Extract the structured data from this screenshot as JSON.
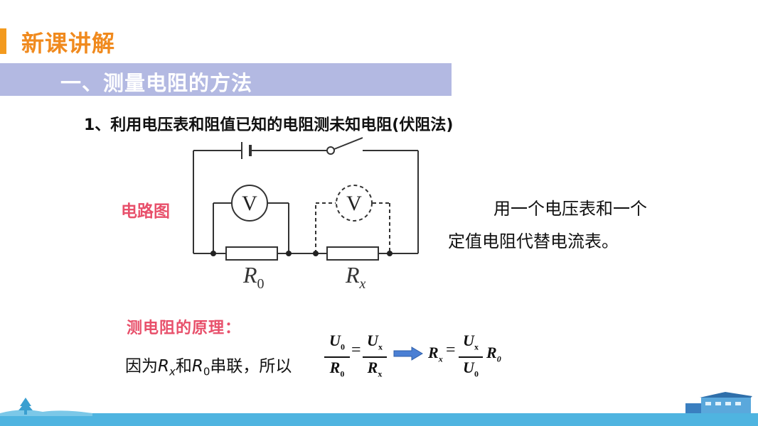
{
  "header": {
    "section_title": "新课讲解"
  },
  "subsection": {
    "title": "一、测量电阻的方法"
  },
  "method": {
    "heading": "1、利用电压表和阻值已知的电阻测未知电阻(伏阻法)"
  },
  "circuit": {
    "label": "电路图",
    "meter_symbol": "V",
    "resistor_known": {
      "letter": "R",
      "sub": "0"
    },
    "resistor_unknown": {
      "letter": "R",
      "sub": "x"
    }
  },
  "description": {
    "line1": "用一个电压表和一个",
    "line2": "定值电阻代替电流表。"
  },
  "principle": {
    "title": "测电阻的原理：",
    "reason_prefix": "因为",
    "rx": "R",
    "rx_sub": "x",
    "and": "和",
    "r0": "R",
    "r0_sub": "0",
    "reason_suffix": "串联，所以"
  },
  "formula": {
    "u0": "U",
    "u0_sub": "0",
    "r0": "R",
    "r0_sub": "0",
    "ux": "U",
    "ux_sub": "x",
    "rx": "R",
    "rx_sub": "x",
    "equals": "="
  },
  "colors": {
    "accent_orange": "#f08a1e",
    "band": "#b3b9e2",
    "pink": "#e8506b",
    "footer": "#4fb4e0"
  }
}
